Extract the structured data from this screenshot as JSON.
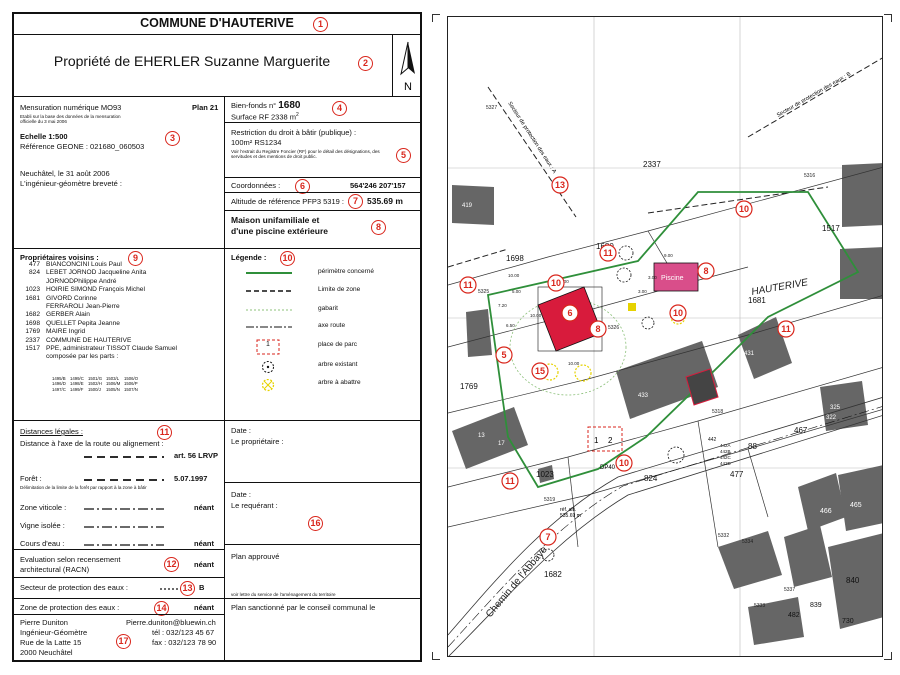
{
  "header": {
    "commune": "COMMUNE D'HAUTERIVE",
    "propriete": "Propriété de EHERLER Suzanne Marguerite",
    "north": "N"
  },
  "mensuration": {
    "title": "Mensuration numérique MO93",
    "plan": "Plan 21",
    "fine": "Etabli sur la base des données de la mensuration officielle du 3 mai 2006",
    "echelle": "Echelle 1:500",
    "reference": "Référence GEONE : 021680_060503",
    "date": "Neuchâtel, le 31 août 2006",
    "geometre": "L'ingénieur-géomètre breveté :"
  },
  "bienfonds": {
    "label": "Bien-fonds n°",
    "number": "1680",
    "surface": "Surface RF 2338 m",
    "surface_sup": "2"
  },
  "restriction": {
    "title": "Restriction du droit à bâtir (publique) :",
    "value": "100m² RS1234",
    "fine": "Voir l'extrait du Registre Foncier (RF) pour le détail des désignations, des servitudes et des mentions de droit public."
  },
  "coordonnees": {
    "label": "Coordonnées :",
    "value": "564'246   207'157"
  },
  "altitude": {
    "label": "Altitude de référence PFP3 5319 :",
    "value": "535.69 m"
  },
  "projet": {
    "line1": "Maison unifamiliale et",
    "line2": "d'une piscine extérieure"
  },
  "voisins": {
    "title": "Propriétaires voisins :",
    "rows": [
      {
        "n": "477",
        "name": "BIANCONCINI Louis Paul"
      },
      {
        "n": "824",
        "name": "LEBET JORNOD Jacqueline Anita"
      },
      {
        "n": "",
        "name": "JORNODPhilippe André"
      },
      {
        "n": "1023",
        "name": "HOIRIE SIMOND François Michel"
      },
      {
        "n": "1681",
        "name": "GIVORD Corinne"
      },
      {
        "n": "",
        "name": "FERRAROLI Jean-Pierre"
      },
      {
        "n": "1682",
        "name": "GERBER Alain"
      },
      {
        "n": "1698",
        "name": "QUELLET Pepita Jeanne"
      },
      {
        "n": "1769",
        "name": "MAIRE Ingrid"
      },
      {
        "n": "2337",
        "name": "COMMUNE DE HAUTERIVE"
      },
      {
        "n": "1517",
        "name": "PPE, administrateur TISSOT Claude Samuel"
      },
      {
        "n": "",
        "name": "composée par les parts :"
      }
    ],
    "parts": [
      "1495/B",
      "1499/C",
      "1501/G",
      "1503/L",
      "1506/O",
      "1496/D",
      "1498/E",
      "1502/H",
      "1506/M",
      "1506/P",
      "1497/C",
      "1499/F",
      "1500/J",
      "1505/N",
      "1507/N"
    ]
  },
  "legende": {
    "title": "Légende :",
    "items": [
      "périmètre concerné",
      "Limite de zone",
      "gabarit",
      "axe route",
      "place de parc",
      "arbre existant",
      "arbre à abattre"
    ],
    "parc_label": "1"
  },
  "distances": {
    "title": "Distances légales :",
    "axe": "Distance à l'axe de la route ou alignement :",
    "art": "art. 56 LRVP",
    "foret": "Forêt :",
    "foret_val": "5.07.1997",
    "foret_fine": "Délimitation de la limite de la forêt par rapport à la zone à bâtir",
    "viticole": "Zone viticole :",
    "vigne": "Vigne isolée :",
    "cours": "Cours d'eau :",
    "neant": "néant"
  },
  "evaluation": {
    "label1": "Evaluation selon recensement",
    "label2": "architectural (RACN)",
    "value": "néant"
  },
  "secteur": {
    "label": "Secteur de protection des eaux :",
    "value": "B"
  },
  "zone": {
    "label": "Zone de protection des eaux :",
    "value": "néant"
  },
  "geometre": {
    "name": "Pierre Duniton",
    "email": "Pierre.duniton@bluewin.ch",
    "title": "Ingénieur-Géomètre",
    "tel": "tél : 032/123 45 67",
    "street": "Rue de la Latte 15",
    "fax": "fax : 032/123 78 90",
    "city": "2000 Neuchâtel"
  },
  "signatures": {
    "date1": "Date :",
    "proprietaire": "Le propriétaire :",
    "date2": "Date :",
    "requerant": "Le requérant :",
    "approuve": "Plan approuvé",
    "lettre": "voir lettre du service de l'aménagement du territoire",
    "sanctionne": "Plan sanctionné par le conseil communal le"
  },
  "markers": [
    "1",
    "2",
    "3",
    "4",
    "5",
    "6",
    "7",
    "8",
    "9",
    "10",
    "11",
    "12",
    "13",
    "14",
    "16",
    "17"
  ],
  "map": {
    "parcels": [
      "2337",
      "1517",
      "1698",
      "1680",
      "1681",
      "1769",
      "1023",
      "824",
      "477",
      "467",
      "88",
      "1682",
      "840",
      "466",
      "465",
      "730",
      "482",
      "839",
      "419",
      "431",
      "433",
      "442",
      "442A",
      "442B",
      "442C",
      "442D",
      "426",
      "13",
      "17",
      "325",
      "322"
    ],
    "street": "HAUTERIVE",
    "road": "Chemin de l'Abbaye",
    "piscine": "Piscine",
    "points": [
      "5327",
      "5325",
      "5326",
      "5318",
      "5319",
      "5316",
      "5332",
      "5334",
      "5333",
      "5337"
    ],
    "ref": "réf. alti.",
    "ref_val": "535.69 m",
    "dp": "DP40",
    "markers": [
      "5",
      "6",
      "7",
      "8",
      "10",
      "11",
      "13",
      "15"
    ],
    "protection_label": "Secteur de protection des eaux : A",
    "protection_label2": "Secteur de protection des eaux : B",
    "parking": [
      "1",
      "2"
    ],
    "dims": [
      "8.00",
      "10.00",
      "10.00",
      "5.00",
      "9.00",
      "3.00",
      "3.00",
      "6.50",
      "7.20",
      "10.00"
    ]
  },
  "colors": {
    "perimeter": "#2f8f3a",
    "building": "#d81b3c",
    "marker": "#d9261c",
    "tree_cut": "#e6d200",
    "gabarit": "#8cc07a"
  }
}
